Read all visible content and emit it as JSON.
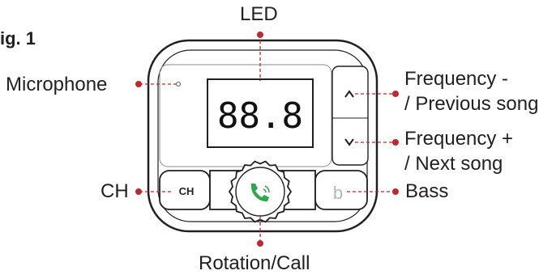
{
  "figure": {
    "label": "ig. 1"
  },
  "display": {
    "value": "88.8"
  },
  "buttons": {
    "ch": "CH",
    "bass_glyph": "b"
  },
  "labels": {
    "led": "LED",
    "microphone": "Microphone",
    "frequency_minus_1": "Frequency -",
    "frequency_minus_2": "/ Previous song",
    "frequency_plus_1": "Frequency +",
    "frequency_plus_2": "/ Next song",
    "ch": "CH",
    "bass": "Bass",
    "rotation_call": "Rotation/Call"
  },
  "colors": {
    "callout": "#c0282f",
    "call_icon": "#2ea84a",
    "outline": "#231f20"
  }
}
